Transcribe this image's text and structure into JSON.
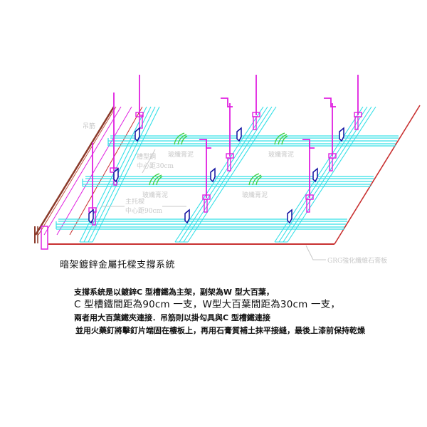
{
  "diagram": {
    "labels": {
      "hanger_rod": "吊筋",
      "channel_steel": "槽型鋼",
      "channel_spacing": "中心距30cm",
      "main_runner": "主托樑",
      "main_spacing": "中心距90cm",
      "fiberglass_plaster": "玻纖膏泥",
      "board": "GRG強化纖維石膏板"
    },
    "colors": {
      "beam": "#35e0e8",
      "hanger": "#e020e0",
      "clip": "#1010a0",
      "fiberglass": "#40d040",
      "board_edge": "#c83030",
      "wall": "#8b3a2a",
      "label": "#c8c8c8"
    }
  },
  "title": "暗架鍍鋅金屬托樑支撐系統",
  "description": {
    "line1": "支撐系統是以鍍鋅C 型槽鐵為主架，副架為W 型大百葉，",
    "line2": "C 型槽鐵間距為90cm 一支，W型大百葉間距為30cm 一支，",
    "line3": "兩者用大百葉鐵夾連接．吊筋則以掛勾具與C 型槽鐵連接",
    "line4": "並用火藥釘將擊釘片端固在樓板上，再用石膏質補土抹平接縫，最後上漆前保持乾燥"
  }
}
